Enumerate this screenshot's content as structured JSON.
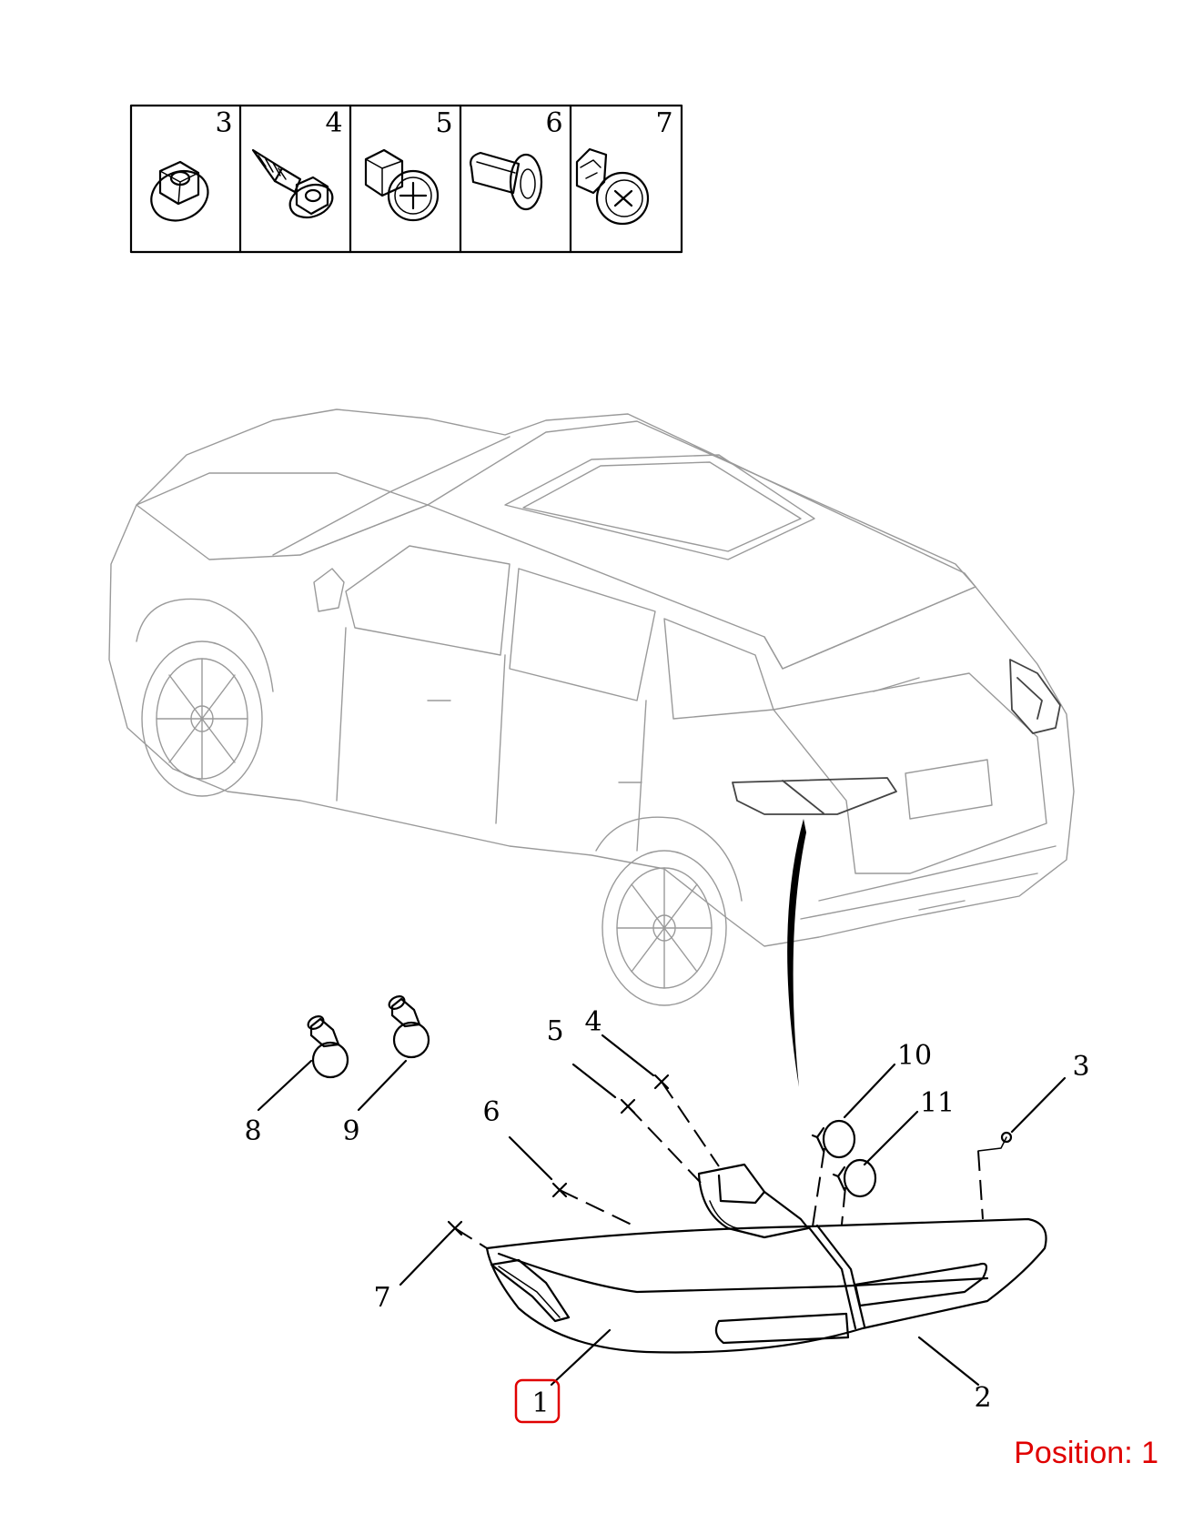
{
  "fastener_panel": {
    "cells": [
      {
        "number": "3",
        "icon": "flange-nut-icon"
      },
      {
        "number": "4",
        "icon": "tapping-screw-icon"
      },
      {
        "number": "5",
        "icon": "push-clip-icon"
      },
      {
        "number": "6",
        "icon": "plastic-rivet-icon"
      },
      {
        "number": "7",
        "icon": "expansion-clip-icon"
      }
    ]
  },
  "callouts": {
    "c1": "1",
    "c2": "2",
    "c3": "3",
    "c4": "4",
    "c5": "5",
    "c6": "6",
    "c7": "7",
    "c8": "8",
    "c9": "9",
    "c10": "10",
    "c11": "11"
  },
  "selected_callout": "1",
  "highlight_color": "#e00000",
  "position_label": "Position: 1"
}
